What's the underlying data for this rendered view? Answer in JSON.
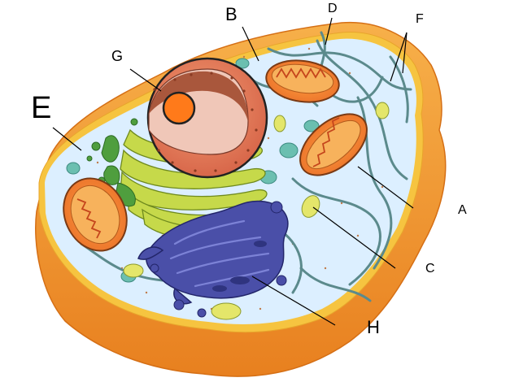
{
  "labels": {
    "a": "A",
    "b": "B",
    "c": "C",
    "d": "D",
    "e": "E",
    "f": "F",
    "g": "G",
    "h": "H"
  },
  "colors": {
    "membrane_outer": "#f19a2e",
    "membrane_rim": "#f7c53f",
    "cytoplasm": "#dcefff",
    "nucleus": "#e07a58",
    "nucleolus": "#ff7a1a",
    "golgi": "#c6d94a",
    "er": "#4a4fa8",
    "mitochondria": "#f08c3a",
    "cytoskeleton": "#5b8a8c",
    "vacuole": "#6bbfb0",
    "lysosome": "#e4e66a"
  }
}
